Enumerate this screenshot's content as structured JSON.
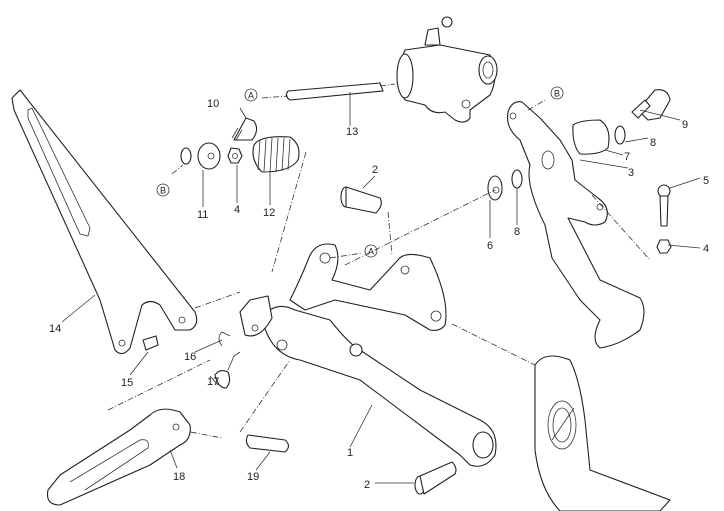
{
  "diagram": {
    "title": "",
    "callouts": {
      "c1": "1",
      "c2a": "2",
      "c2b": "2",
      "c3": "3",
      "c4a": "4",
      "c4b": "4",
      "c5": "5",
      "c6": "6",
      "c7": "7",
      "c8a": "8",
      "c8b": "8",
      "c9": "9",
      "c10": "10",
      "c11": "11",
      "c12": "12",
      "c13": "13",
      "c14": "14",
      "c15": "15",
      "c16": "16",
      "c17": "17",
      "c18": "18",
      "c19": "19"
    },
    "reference_markers": {
      "a1": "A",
      "a2": "A",
      "b1": "B",
      "b2": "B"
    }
  }
}
